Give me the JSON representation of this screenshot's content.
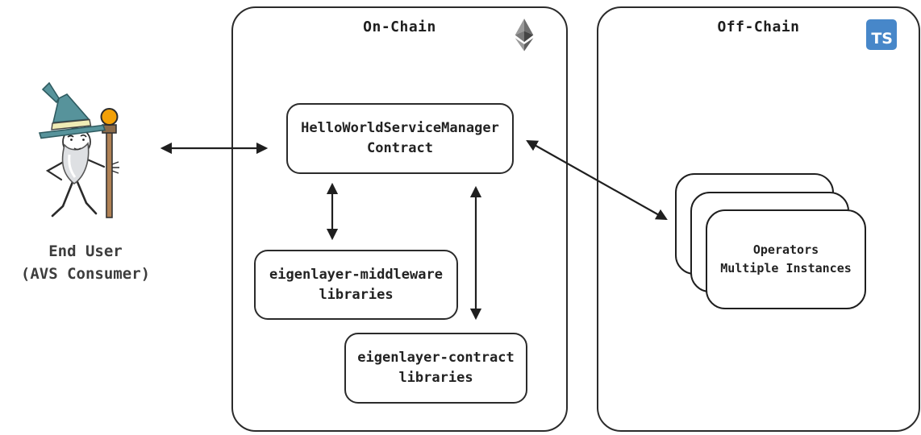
{
  "end_user": {
    "label": "End User\n(AVS Consumer)"
  },
  "on_chain": {
    "title": "On-Chain",
    "service_manager_label": "HelloWorldServiceManager\nContract",
    "middleware_label": "eigenlayer-middleware\nlibraries",
    "contract_label": "eigenlayer-contract\nlibraries"
  },
  "off_chain": {
    "title": "Off-Chain",
    "typescript_badge": "TS",
    "operators_label": "Operators\nMultiple Instances"
  },
  "icons": {
    "ethereum": "ethereum-logo",
    "typescript": "typescript-logo",
    "wizard": "wizard-end-user-figure"
  },
  "arrows": {
    "end_user_to_service_manager": "bidirectional",
    "service_manager_to_middleware": "bidirectional",
    "service_manager_to_contract_libraries": "bidirectional",
    "service_manager_to_operators": "bidirectional"
  },
  "colors": {
    "line": "#1f1f1f",
    "border": "#2b2b2b",
    "ts_blue": "#4787C9",
    "hat_teal": "#57939B",
    "hat_band_yellow": "#EFEBB5",
    "beard_gray": "#DEE0E3",
    "staff_brown": "#B08154",
    "orb_orange": "#F2A007",
    "eth_gray_light": "#9a9a9a",
    "eth_gray_dark": "#454545"
  }
}
